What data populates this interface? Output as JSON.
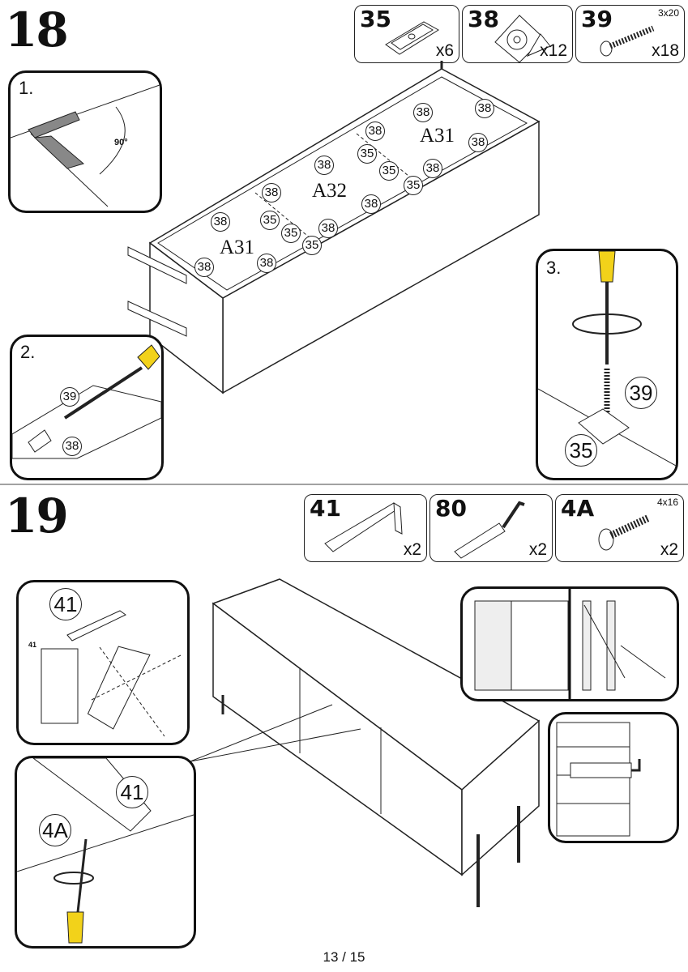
{
  "step18": {
    "number": "18",
    "parts": [
      {
        "id": "35",
        "qty": "x6"
      },
      {
        "id": "38",
        "qty": "x12"
      },
      {
        "id": "39",
        "qty": "x18",
        "size": "3x20"
      }
    ],
    "insets": [
      {
        "label": "1.",
        "angle": "90°"
      },
      {
        "label": "2.",
        "callouts": [
          "39",
          "38"
        ]
      },
      {
        "label": "3.",
        "callouts": [
          "39",
          "35"
        ]
      }
    ],
    "panels": [
      "A31",
      "A32",
      "A31"
    ],
    "callouts_38": [
      "38",
      "38",
      "38",
      "38",
      "38",
      "38",
      "38",
      "38",
      "38",
      "38",
      "38",
      "38"
    ],
    "callouts_35": [
      "35",
      "35",
      "35",
      "35",
      "35",
      "35"
    ]
  },
  "step19": {
    "number": "19",
    "parts": [
      {
        "id": "41",
        "qty": "x2"
      },
      {
        "id": "80",
        "qty": "x2"
      },
      {
        "id": "4A",
        "qty": "x2",
        "size": "4x16"
      }
    ],
    "insets": [
      {
        "callouts": [
          "41"
        ],
        "mini_label": "41"
      },
      {
        "callouts": [
          "41",
          "4A"
        ]
      }
    ]
  },
  "footer": {
    "page": "13 / 15"
  }
}
